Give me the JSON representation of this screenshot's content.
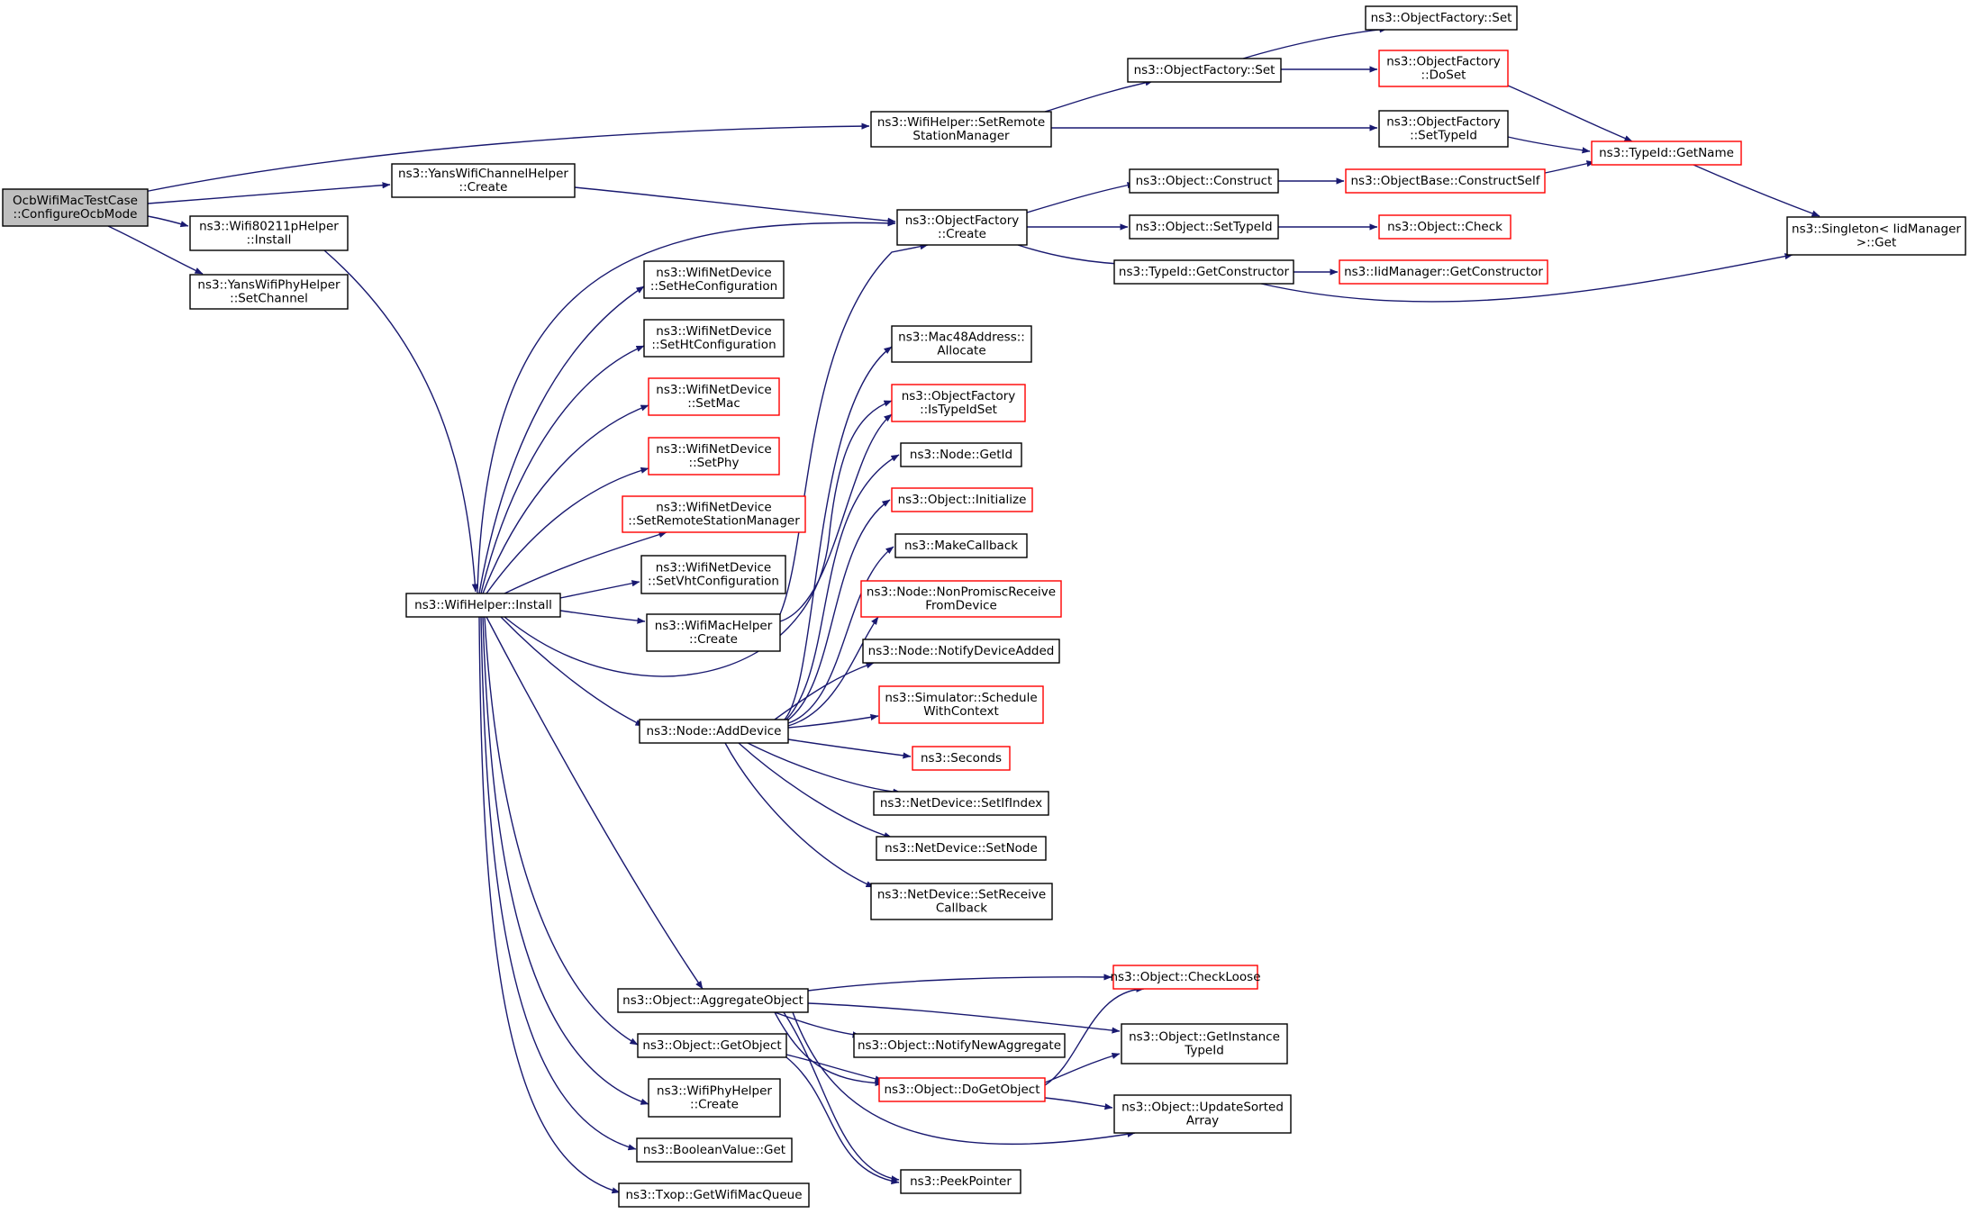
{
  "colors": {
    "edge": "#191970",
    "box_border": "#000000",
    "link_border": "#ff0000",
    "root_fill": "#bfbfbf",
    "node_fill": "#ffffff"
  },
  "nodes": [
    {
      "id": "root",
      "lines": [
        "OcbWifiMacTestCase",
        "::ConfigureOcbMode"
      ],
      "style": "root"
    },
    {
      "id": "n_wifihelper_setremote",
      "lines": [
        "ns3::WifiHelper::SetRemote",
        "StationManager"
      ],
      "style": "normal"
    },
    {
      "id": "n_yans_channel_create",
      "lines": [
        "ns3::YansWifiChannelHelper",
        "::Create"
      ],
      "style": "normal"
    },
    {
      "id": "n_wifi80211p_install",
      "lines": [
        "ns3::Wifi80211pHelper",
        "::Install"
      ],
      "style": "normal"
    },
    {
      "id": "n_yansphy_setchannel",
      "lines": [
        "ns3::YansWifiPhyHelper",
        "::SetChannel"
      ],
      "style": "normal"
    },
    {
      "id": "n_wifihelper_install",
      "lines": [
        "ns3::WifiHelper::Install"
      ],
      "style": "normal"
    },
    {
      "id": "n_objfactory_set_a",
      "lines": [
        "ns3::ObjectFactory::Set"
      ],
      "style": "normal"
    },
    {
      "id": "n_objfactory_set_b",
      "lines": [
        "ns3::ObjectFactory::Set"
      ],
      "style": "normal"
    },
    {
      "id": "n_objfactory_doset",
      "lines": [
        "ns3::ObjectFactory",
        "::DoSet"
      ],
      "style": "link"
    },
    {
      "id": "n_objfactory_settypeid",
      "lines": [
        "ns3::ObjectFactory",
        "::SetTypeId"
      ],
      "style": "normal"
    },
    {
      "id": "n_typeid_getname",
      "lines": [
        "ns3::TypeId::GetName"
      ],
      "style": "link"
    },
    {
      "id": "n_singleton_get",
      "lines": [
        "ns3::Singleton< IidManager",
        " >::Get"
      ],
      "style": "normal"
    },
    {
      "id": "n_objfactory_create",
      "lines": [
        "ns3::ObjectFactory",
        "::Create"
      ],
      "style": "normal"
    },
    {
      "id": "n_object_construct",
      "lines": [
        "ns3::Object::Construct"
      ],
      "style": "normal"
    },
    {
      "id": "n_objectbase_constructself",
      "lines": [
        "ns3::ObjectBase::ConstructSelf"
      ],
      "style": "link"
    },
    {
      "id": "n_object_settypeid",
      "lines": [
        "ns3::Object::SetTypeId"
      ],
      "style": "normal"
    },
    {
      "id": "n_object_check",
      "lines": [
        "ns3::Object::Check"
      ],
      "style": "link"
    },
    {
      "id": "n_typeid_getconstructor",
      "lines": [
        "ns3::TypeId::GetConstructor"
      ],
      "style": "normal"
    },
    {
      "id": "n_iidmanager_getconstructor",
      "lines": [
        "ns3::IidManager::GetConstructor"
      ],
      "style": "link"
    },
    {
      "id": "n_netdev_sethe",
      "lines": [
        "ns3::WifiNetDevice",
        "::SetHeConfiguration"
      ],
      "style": "normal"
    },
    {
      "id": "n_netdev_setht",
      "lines": [
        "ns3::WifiNetDevice",
        "::SetHtConfiguration"
      ],
      "style": "normal"
    },
    {
      "id": "n_netdev_setmac",
      "lines": [
        "ns3::WifiNetDevice",
        "::SetMac"
      ],
      "style": "link"
    },
    {
      "id": "n_netdev_setphy",
      "lines": [
        "ns3::WifiNetDevice",
        "::SetPhy"
      ],
      "style": "link"
    },
    {
      "id": "n_netdev_setremote",
      "lines": [
        "ns3::WifiNetDevice",
        "::SetRemoteStationManager"
      ],
      "style": "link"
    },
    {
      "id": "n_netdev_setvht",
      "lines": [
        "ns3::WifiNetDevice",
        "::SetVhtConfiguration"
      ],
      "style": "normal"
    },
    {
      "id": "n_wifimachelper_create",
      "lines": [
        "ns3::WifiMacHelper",
        "::Create"
      ],
      "style": "normal"
    },
    {
      "id": "n_node_adddevice",
      "lines": [
        "ns3::Node::AddDevice"
      ],
      "style": "normal"
    },
    {
      "id": "n_mac48_allocate",
      "lines": [
        "ns3::Mac48Address::",
        "Allocate"
      ],
      "style": "normal"
    },
    {
      "id": "n_objfactory_istypeidset",
      "lines": [
        "ns3::ObjectFactory",
        "::IsTypeIdSet"
      ],
      "style": "link"
    },
    {
      "id": "n_node_getid",
      "lines": [
        "ns3::Node::GetId"
      ],
      "style": "normal"
    },
    {
      "id": "n_object_initialize",
      "lines": [
        "ns3::Object::Initialize"
      ],
      "style": "link"
    },
    {
      "id": "n_makecallback",
      "lines": [
        "ns3::MakeCallback"
      ],
      "style": "normal"
    },
    {
      "id": "n_node_nonpromisc",
      "lines": [
        "ns3::Node::NonPromiscReceive",
        "FromDevice"
      ],
      "style": "link"
    },
    {
      "id": "n_node_notifydeviceadded",
      "lines": [
        "ns3::Node::NotifyDeviceAdded"
      ],
      "style": "normal"
    },
    {
      "id": "n_simulator_schedule",
      "lines": [
        "ns3::Simulator::Schedule",
        "WithContext"
      ],
      "style": "link"
    },
    {
      "id": "n_seconds",
      "lines": [
        "ns3::Seconds"
      ],
      "style": "link"
    },
    {
      "id": "n_netdevice_setifindex",
      "lines": [
        "ns3::NetDevice::SetIfIndex"
      ],
      "style": "normal"
    },
    {
      "id": "n_netdevice_setnode",
      "lines": [
        "ns3::NetDevice::SetNode"
      ],
      "style": "normal"
    },
    {
      "id": "n_netdevice_setreceive",
      "lines": [
        "ns3::NetDevice::SetReceive",
        "Callback"
      ],
      "style": "normal"
    },
    {
      "id": "n_object_aggregate",
      "lines": [
        "ns3::Object::AggregateObject"
      ],
      "style": "normal"
    },
    {
      "id": "n_object_checkloose",
      "lines": [
        "ns3::Object::CheckLoose"
      ],
      "style": "link"
    },
    {
      "id": "n_object_getinstancetypeid",
      "lines": [
        "ns3::Object::GetInstance",
        "TypeId"
      ],
      "style": "normal"
    },
    {
      "id": "n_object_notifynewaggregate",
      "lines": [
        "ns3::Object::NotifyNewAggregate"
      ],
      "style": "normal"
    },
    {
      "id": "n_object_getobject",
      "lines": [
        "ns3::Object::GetObject"
      ],
      "style": "normal"
    },
    {
      "id": "n_object_dogetobject",
      "lines": [
        "ns3::Object::DoGetObject"
      ],
      "style": "link"
    },
    {
      "id": "n_object_updatesorted",
      "lines": [
        "ns3::Object::UpdateSorted",
        "Array"
      ],
      "style": "normal"
    },
    {
      "id": "n_wifiphyhelper_create",
      "lines": [
        "ns3::WifiPhyHelper",
        "::Create"
      ],
      "style": "normal"
    },
    {
      "id": "n_peekpointer",
      "lines": [
        "ns3::PeekPointer"
      ],
      "style": "normal"
    },
    {
      "id": "n_booleanvalue_get",
      "lines": [
        "ns3::BooleanValue::Get"
      ],
      "style": "normal"
    },
    {
      "id": "n_txop_getwifimacqueue",
      "lines": [
        "ns3::Txop::GetWifiMacQueue"
      ],
      "style": "normal"
    }
  ],
  "edges": [
    [
      "root",
      "n_wifihelper_setremote"
    ],
    [
      "root",
      "n_yans_channel_create"
    ],
    [
      "root",
      "n_wifi80211p_install"
    ],
    [
      "root",
      "n_yansphy_setchannel"
    ],
    [
      "n_wifihelper_setremote",
      "n_objfactory_set_a"
    ],
    [
      "n_wifihelper_setremote",
      "n_objfactory_settypeid"
    ],
    [
      "n_objfactory_set_a",
      "n_objfactory_set_b"
    ],
    [
      "n_objfactory_set_a",
      "n_objfactory_doset"
    ],
    [
      "n_objfactory_doset",
      "n_typeid_getname"
    ],
    [
      "n_objfactory_settypeid",
      "n_typeid_getname"
    ],
    [
      "n_typeid_getname",
      "n_singleton_get"
    ],
    [
      "n_yans_channel_create",
      "n_objfactory_create"
    ],
    [
      "n_objfactory_create",
      "n_object_construct"
    ],
    [
      "n_objfactory_create",
      "n_object_settypeid"
    ],
    [
      "n_objfactory_create",
      "n_typeid_getconstructor"
    ],
    [
      "n_object_construct",
      "n_objectbase_constructself"
    ],
    [
      "n_objectbase_constructself",
      "n_typeid_getname"
    ],
    [
      "n_object_settypeid",
      "n_object_check"
    ],
    [
      "n_typeid_getconstructor",
      "n_iidmanager_getconstructor"
    ],
    [
      "n_typeid_getconstructor",
      "n_singleton_get"
    ],
    [
      "n_wifi80211p_install",
      "n_wifihelper_install"
    ],
    [
      "n_wifihelper_install",
      "n_objfactory_create"
    ],
    [
      "n_wifihelper_install",
      "n_netdev_sethe"
    ],
    [
      "n_wifihelper_install",
      "n_netdev_setht"
    ],
    [
      "n_wifihelper_install",
      "n_netdev_setmac"
    ],
    [
      "n_wifihelper_install",
      "n_netdev_setphy"
    ],
    [
      "n_wifihelper_install",
      "n_netdev_setremote"
    ],
    [
      "n_wifihelper_install",
      "n_netdev_setvht"
    ],
    [
      "n_wifihelper_install",
      "n_wifimachelper_create"
    ],
    [
      "n_wifihelper_install",
      "n_objfactory_istypeidset"
    ],
    [
      "n_wifihelper_install",
      "n_node_adddevice"
    ],
    [
      "n_wifihelper_install",
      "n_object_aggregate"
    ],
    [
      "n_wifihelper_install",
      "n_object_getobject"
    ],
    [
      "n_wifihelper_install",
      "n_wifiphyhelper_create"
    ],
    [
      "n_wifihelper_install",
      "n_booleanvalue_get"
    ],
    [
      "n_wifihelper_install",
      "n_txop_getwifimacqueue"
    ],
    [
      "n_wifimachelper_create",
      "n_objfactory_create"
    ],
    [
      "n_wifimachelper_create",
      "n_objfactory_istypeidset"
    ],
    [
      "n_node_adddevice",
      "n_mac48_allocate"
    ],
    [
      "n_node_adddevice",
      "n_node_getid"
    ],
    [
      "n_node_adddevice",
      "n_object_initialize"
    ],
    [
      "n_node_adddevice",
      "n_makecallback"
    ],
    [
      "n_node_adddevice",
      "n_node_nonpromisc"
    ],
    [
      "n_node_adddevice",
      "n_node_notifydeviceadded"
    ],
    [
      "n_node_adddevice",
      "n_simulator_schedule"
    ],
    [
      "n_node_adddevice",
      "n_seconds"
    ],
    [
      "n_node_adddevice",
      "n_netdevice_setifindex"
    ],
    [
      "n_node_adddevice",
      "n_netdevice_setnode"
    ],
    [
      "n_node_adddevice",
      "n_netdevice_setreceive"
    ],
    [
      "n_object_aggregate",
      "n_object_checkloose"
    ],
    [
      "n_object_aggregate",
      "n_object_getinstancetypeid"
    ],
    [
      "n_object_aggregate",
      "n_object_notifynewaggregate"
    ],
    [
      "n_object_aggregate",
      "n_object_dogetobject"
    ],
    [
      "n_object_aggregate",
      "n_peekpointer"
    ],
    [
      "n_object_aggregate",
      "n_object_updatesorted"
    ],
    [
      "n_object_getobject",
      "n_object_dogetobject"
    ],
    [
      "n_object_getobject",
      "n_peekpointer"
    ],
    [
      "n_object_dogetobject",
      "n_object_checkloose"
    ],
    [
      "n_object_dogetobject",
      "n_object_getinstancetypeid"
    ],
    [
      "n_object_dogetobject",
      "n_object_updatesorted"
    ]
  ]
}
